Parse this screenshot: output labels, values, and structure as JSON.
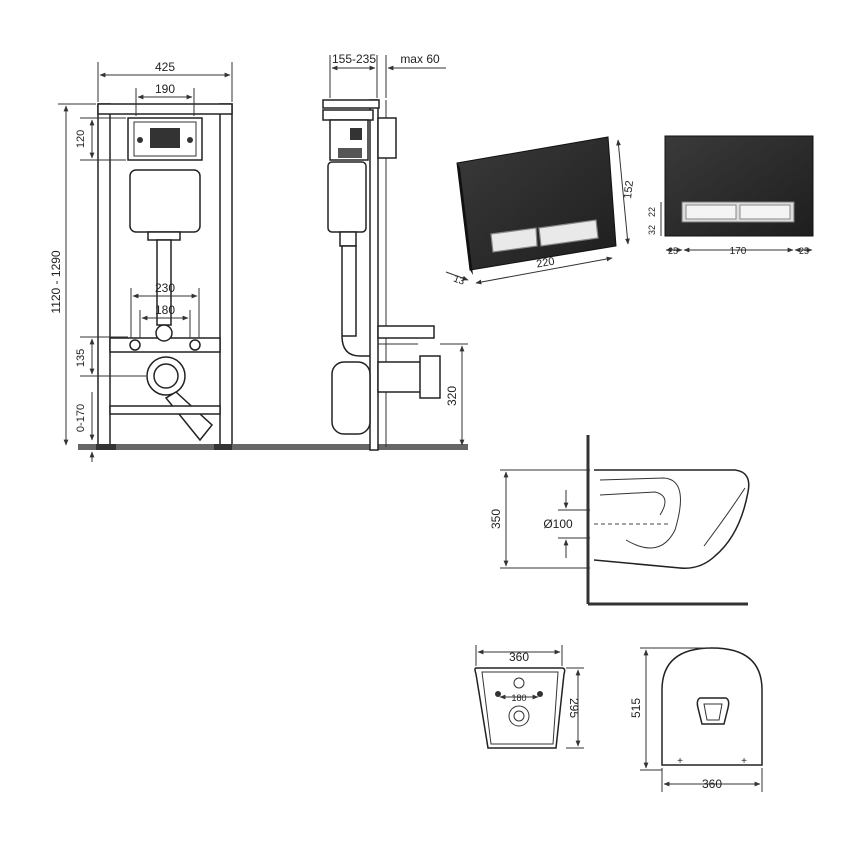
{
  "frame": {
    "width": "425",
    "plate_width": "190",
    "plate_height": "120",
    "total_height": "1120 - 1290",
    "bolt_spacing_outer": "230",
    "bolt_spacing_inner": "180",
    "drain_height": "135",
    "foot_adjust": "0-170"
  },
  "side": {
    "depth": "155-235",
    "wall_max": "max 60",
    "drain_level": "320"
  },
  "flush_plate": {
    "height": "152",
    "width": "220",
    "thickness": "13",
    "button_height": "22",
    "button_gap": "32",
    "margin_left": "25",
    "button_span": "170",
    "margin_right": "25"
  },
  "bowl_section": {
    "height": "350",
    "outlet_diameter": "Ø100"
  },
  "bowl_rear": {
    "width": "360",
    "bolt_spacing": "180",
    "height": "295"
  },
  "bowl_top": {
    "length": "515",
    "width": "360"
  },
  "colors": {
    "line": "#222222",
    "plate": "#2b2b2b",
    "chrome": "#e9e9e9"
  }
}
